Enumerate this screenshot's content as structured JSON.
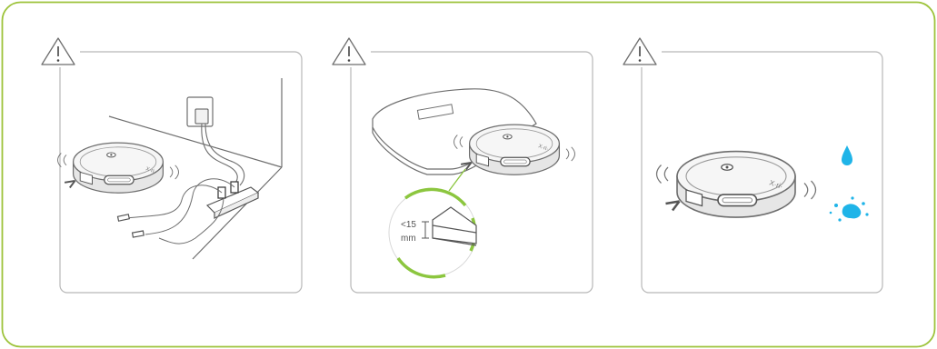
{
  "colors": {
    "frame": "#9dc33a",
    "panel": "#b7b7b7",
    "line": "#6e6e6e",
    "robot_body": "#f1f1f1",
    "accent_green": "#8cc63f",
    "water_blue": "#1fb4e8"
  },
  "panels": [
    {
      "warning_icon": "warning-triangle-icon",
      "scene": "cords-and-cables-on-floor"
    },
    {
      "warning_icon": "warning-triangle-icon",
      "scene": "thin-rug-or-carpet-edge"
    },
    {
      "warning_icon": "warning-triangle-icon",
      "scene": "liquid-on-floor"
    }
  ],
  "robot": {
    "brand_text": "X·ri·"
  },
  "threshold": {
    "value": "<15",
    "unit": "mm"
  }
}
